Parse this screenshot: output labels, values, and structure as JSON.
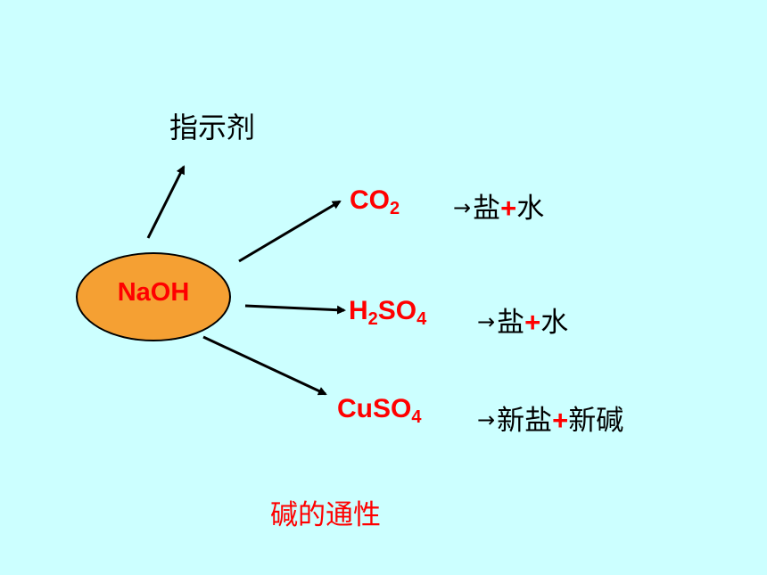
{
  "colors": {
    "background": "#ccffff",
    "ellipse_fill": "#f5a033",
    "reagent_text": "#ff0000",
    "caption_text": "#ff0000"
  },
  "center": {
    "label": "NaOH"
  },
  "indicator": {
    "label": "指示剂"
  },
  "reactions": [
    {
      "reagent": {
        "base": "CO",
        "sub": "2"
      },
      "product": {
        "arrow": "→",
        "part1": "盐",
        "plus": "+",
        "part2": "水"
      }
    },
    {
      "reagent": {
        "pre": "H",
        "sub1": "2",
        "mid": "SO",
        "sub2": "4"
      },
      "product": {
        "arrow": "→",
        "part1": "盐",
        "plus": "+",
        "part2": "水"
      }
    },
    {
      "reagent": {
        "base": "CuSO",
        "sub": "4"
      },
      "product": {
        "arrow": "→",
        "part1": "新盐",
        "plus": "+",
        "part2": "新碱"
      }
    }
  ],
  "caption": "碱的通性"
}
